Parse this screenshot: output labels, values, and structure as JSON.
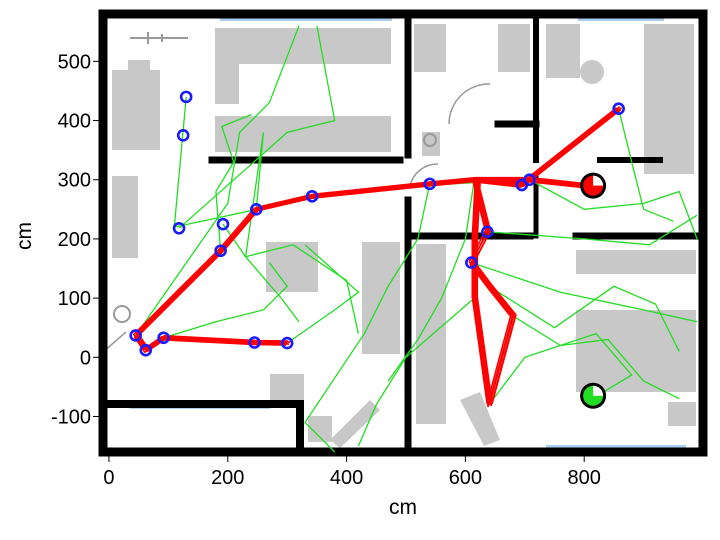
{
  "chart_data": {
    "type": "scatter",
    "title": "",
    "xlabel": "cm",
    "ylabel": "cm",
    "xlim": [
      -10,
      1000
    ],
    "ylim": [
      -160,
      580
    ],
    "xticks": [
      0,
      200,
      400,
      600,
      800
    ],
    "yticks": [
      -100,
      0,
      100,
      200,
      300,
      400,
      500
    ],
    "grid": false,
    "colors": {
      "wall": "#000000",
      "furniture": "#c8c8c8",
      "window": "#aaccee",
      "estimated_path": "#ff0000",
      "odometry_paths": "#22dd22",
      "waypoint_marker": "#1a1aff",
      "start_marker": "#ff0000",
      "goal_marker": "#22dd22"
    },
    "waypoints": [
      [
        130,
        440
      ],
      [
        125,
        375
      ],
      [
        118,
        218
      ],
      [
        192,
        225
      ],
      [
        188,
        180
      ],
      [
        248,
        250
      ],
      [
        342,
        272
      ],
      [
        540,
        293
      ],
      [
        695,
        291
      ],
      [
        708,
        300
      ],
      [
        858,
        420
      ],
      [
        637,
        212
      ],
      [
        610,
        160
      ],
      [
        45,
        37
      ],
      [
        62,
        12
      ],
      [
        92,
        33
      ],
      [
        245,
        25
      ],
      [
        300,
        24
      ]
    ],
    "start_marker": [
      815,
      290
    ],
    "goal_marker": [
      815,
      -65
    ],
    "estimated_path": [
      [
        300,
        24
      ],
      [
        245,
        25
      ],
      [
        92,
        33
      ],
      [
        62,
        12
      ],
      [
        45,
        37
      ],
      [
        118,
        110
      ],
      [
        188,
        180
      ],
      [
        248,
        250
      ],
      [
        342,
        272
      ],
      [
        540,
        293
      ],
      [
        615,
        300
      ],
      [
        708,
        300
      ],
      [
        800,
        290
      ],
      [
        708,
        300
      ],
      [
        620,
        300
      ],
      [
        615,
        200
      ],
      [
        615,
        100
      ],
      [
        640,
        -80
      ],
      [
        680,
        70
      ],
      [
        640,
        120
      ],
      [
        610,
        160
      ],
      [
        637,
        212
      ],
      [
        615,
        300
      ],
      [
        695,
        291
      ],
      [
        858,
        420
      ]
    ],
    "odometry_paths": [
      [
        [
          130,
          440
        ],
        [
          110,
          220
        ],
        [
          250,
          250
        ],
        [
          400,
          280
        ],
        [
          530,
          290
        ],
        [
          700,
          300
        ],
        [
          800,
          290
        ]
      ],
      [
        [
          45,
          37
        ],
        [
          200,
          260
        ],
        [
          220,
          380
        ],
        [
          270,
          430
        ],
        [
          320,
          560
        ]
      ],
      [
        [
          118,
          218
        ],
        [
          300,
          380
        ],
        [
          380,
          400
        ],
        [
          350,
          560
        ]
      ],
      [
        [
          192,
          225
        ],
        [
          230,
          170
        ],
        [
          290,
          100
        ],
        [
          320,
          60
        ]
      ],
      [
        [
          248,
          250
        ],
        [
          260,
          380
        ],
        [
          230,
          170
        ],
        [
          310,
          190
        ],
        [
          400,
          130
        ],
        [
          420,
          40
        ]
      ],
      [
        [
          540,
          293
        ],
        [
          520,
          200
        ],
        [
          470,
          120
        ],
        [
          430,
          40
        ],
        [
          330,
          -110
        ],
        [
          380,
          -160
        ]
      ],
      [
        [
          610,
          160
        ],
        [
          760,
          110
        ],
        [
          900,
          80
        ],
        [
          990,
          60
        ]
      ],
      [
        [
          637,
          212
        ],
        [
          800,
          200
        ],
        [
          910,
          190
        ],
        [
          990,
          240
        ]
      ],
      [
        [
          708,
          300
        ],
        [
          800,
          250
        ],
        [
          900,
          260
        ],
        [
          960,
          280
        ],
        [
          990,
          200
        ]
      ],
      [
        [
          615,
          100
        ],
        [
          500,
          0
        ],
        [
          450,
          -80
        ],
        [
          420,
          -150
        ]
      ],
      [
        [
          640,
          -80
        ],
        [
          700,
          0
        ],
        [
          820,
          40
        ],
        [
          880,
          -30
        ],
        [
          830,
          -60
        ]
      ],
      [
        [
          640,
          120
        ],
        [
          750,
          50
        ],
        [
          850,
          120
        ],
        [
          920,
          90
        ],
        [
          960,
          10
        ]
      ],
      [
        [
          300,
          24
        ],
        [
          380,
          80
        ],
        [
          420,
          110
        ],
        [
          330,
          190
        ]
      ],
      [
        [
          858,
          420
        ],
        [
          880,
          330
        ],
        [
          900,
          250
        ],
        [
          950,
          230
        ]
      ],
      [
        [
          92,
          33
        ],
        [
          180,
          60
        ],
        [
          260,
          80
        ],
        [
          300,
          120
        ],
        [
          270,
          160
        ]
      ],
      [
        [
          615,
          300
        ],
        [
          600,
          200
        ],
        [
          560,
          100
        ],
        [
          520,
          30
        ],
        [
          470,
          -40
        ]
      ],
      [
        [
          188,
          180
        ],
        [
          180,
          280
        ],
        [
          210,
          330
        ],
        [
          190,
          390
        ],
        [
          240,
          410
        ]
      ],
      [
        [
          680,
          70
        ],
        [
          760,
          20
        ],
        [
          840,
          30
        ],
        [
          900,
          -40
        ],
        [
          960,
          -70
        ]
      ]
    ]
  }
}
